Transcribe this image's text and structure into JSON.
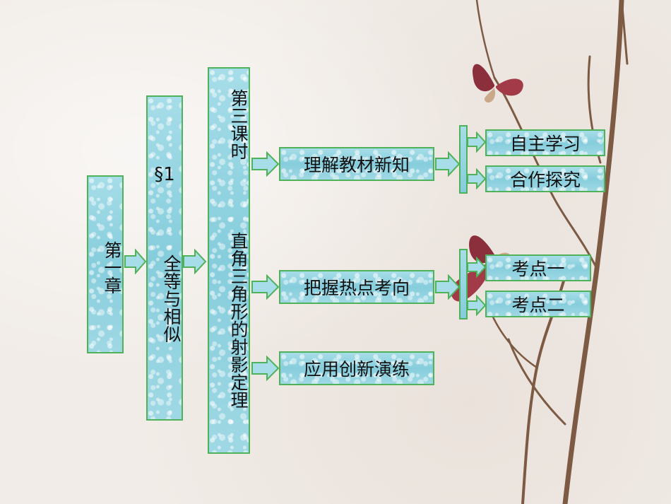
{
  "chapter": {
    "label": "第一章"
  },
  "section": {
    "num": "§1",
    "title": "全等与相似"
  },
  "lesson": {
    "label": "第三课时",
    "title": "直角三角形的射影定理"
  },
  "branches": [
    {
      "label": "理解教材新知",
      "children": [
        "自主学习",
        "合作探究"
      ]
    },
    {
      "label": "把握热点考向",
      "children": [
        "考点一",
        "考点二"
      ]
    },
    {
      "label": "应用创新演练",
      "children": []
    }
  ],
  "colors": {
    "box_fill": "#8fd2df",
    "box_border": "#4fb25a",
    "arrow_fill": "#a6dde8"
  }
}
